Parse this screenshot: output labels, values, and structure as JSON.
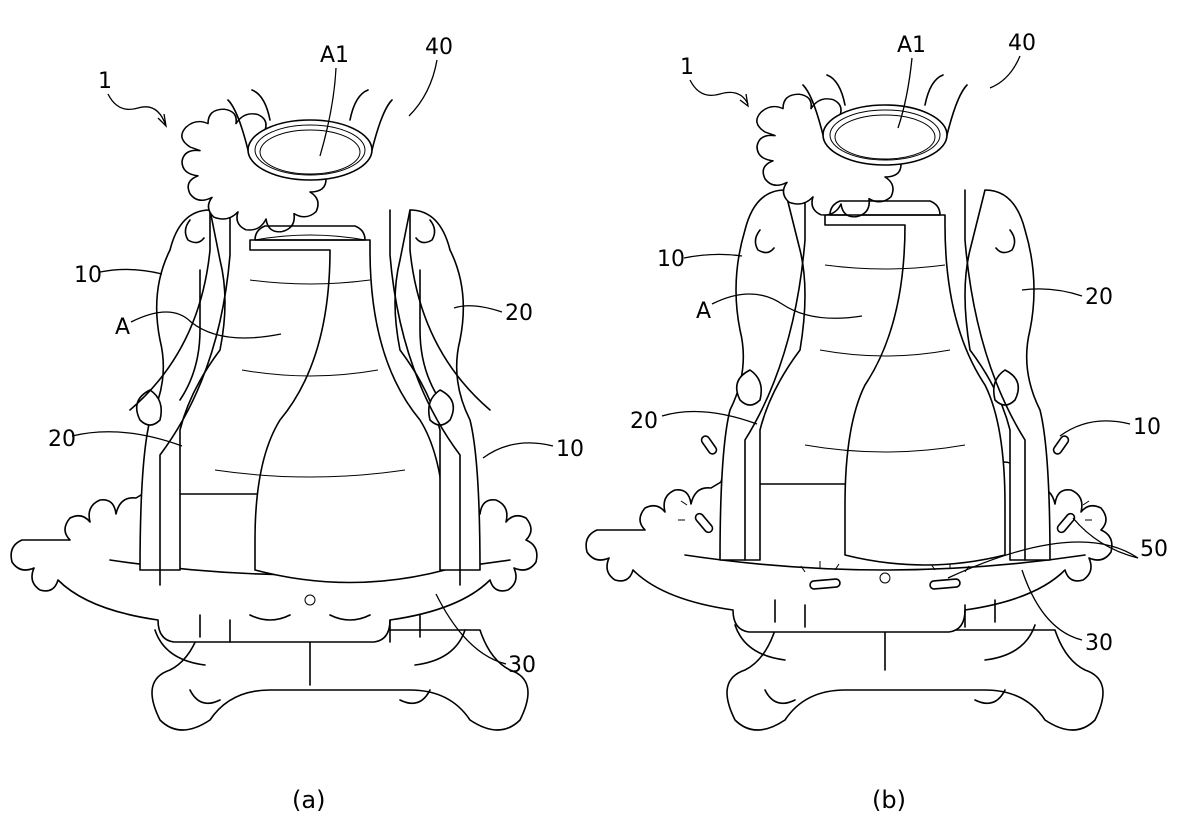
{
  "figures": [
    {
      "caption": "(a)",
      "labels": {
        "device": "1",
        "top": "A1",
        "cap": "40",
        "post_left": "10",
        "inner": "A",
        "post_right": "20",
        "lower_left": "20",
        "lower_right": "10",
        "base": "30"
      }
    },
    {
      "caption": "(b)",
      "labels": {
        "device": "1",
        "top": "A1",
        "cap": "40",
        "post_left": "10",
        "inner": "A",
        "post_right": "20",
        "lower_left": "20",
        "lower_right": "10",
        "light": "50",
        "base": "30"
      }
    }
  ],
  "colors": {
    "line": "#000000",
    "background": "#ffffff"
  }
}
